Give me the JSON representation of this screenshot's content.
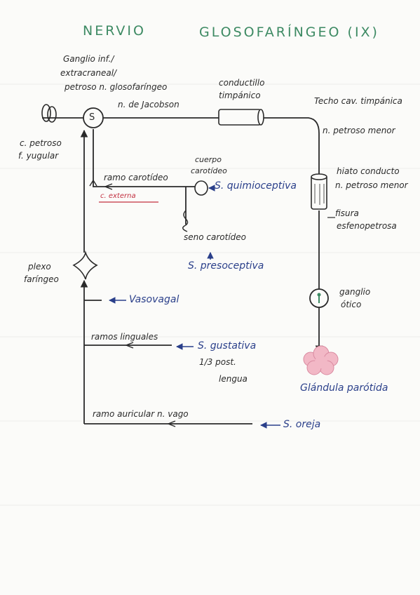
{
  "title": {
    "left": "NERVIO",
    "right": "GLOSOFARÍNGEO (IX)"
  },
  "labels": {
    "ganglio_l1": "Ganglio inf./",
    "ganglio_l2": "extracraneal/",
    "ganglio_l3": "petroso n. glosofaríngeo",
    "jacobson": "n. de Jacobson",
    "ganglion_symbol": "S",
    "conductillo_l1": "conductillo",
    "conductillo_l2": "timpánico",
    "techo": "Techo cav. timpánica",
    "n_petroso_menor": "n. petroso menor",
    "c_petroso_l1": "c. petroso",
    "c_petroso_l2": "f. yugular",
    "ramo_carotideo": "ramo carotídeo",
    "c_externa": "c. externa",
    "cuerpo_l1": "cuerpo",
    "cuerpo_l2": "carotídeo",
    "quimioceptiva": "S. quimioceptiva",
    "hiato_l1": "hiato conducto",
    "hiato_l2": "n. petroso menor",
    "fisura_l1": "fisura",
    "fisura_l2": "esfenopetrosa",
    "seno_carotideo": "seno carotídeo",
    "presoceptiva": "S. presoceptiva",
    "plexo_l1": "plexo",
    "plexo_l2": "faríngeo",
    "vasovagal": "Vasovagal",
    "ganglio_otico_l1": "ganglio",
    "ganglio_otico_l2": "ótico",
    "ramos_linguales": "ramos linguales",
    "gustativa_l1": "S. gustativa",
    "gustativa_l2": "1/3 post.",
    "gustativa_l3": "lengua",
    "glandula_parotida": "Glándula parótida",
    "ramo_auricular": "ramo auricular n. vago",
    "oreja": "S. oreja"
  },
  "colors": {
    "ink": "#2a2a2a",
    "blue": "#2a3f8a",
    "green": "#3d8a63",
    "red": "#c23040",
    "pink": "#f2b8c6"
  }
}
